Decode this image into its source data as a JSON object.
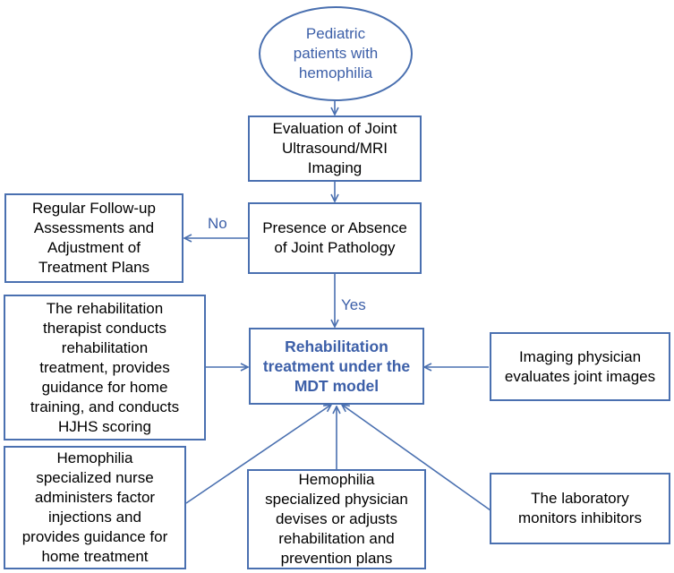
{
  "nodes": {
    "start": "Pediatric\npatients with\nhemophilia",
    "evaluation": "Evaluation of Joint\nUltrasound/MRI\nImaging",
    "presence": "Presence or Absence\nof Joint Pathology",
    "followup": "Regular Follow-up\nAssessments and\nAdjustment of\nTreatment Plans",
    "therapist": "The rehabilitation\ntherapist conducts\nrehabilitation\ntreatment, provides\nguidance for home\ntraining, and conducts\nHJHS scoring",
    "center": "Rehabilitation\ntreatment under the\nMDT model",
    "imaging": "Imaging physician\nevaluates joint images",
    "nurse": "Hemophilia\nspecialized nurse\nadministers factor\ninjections and\nprovides guidance for\nhome treatment",
    "physician": "Hemophilia\nspecialized physician\ndevises or adjusts\nrehabilitation and\nprevention plans",
    "lab": "The laboratory\nmonitors inhibitors"
  },
  "edge_labels": {
    "no": "No",
    "yes": "Yes"
  },
  "colors": {
    "stroke": "#4a70b0",
    "accent_text": "#3c5fa8"
  }
}
